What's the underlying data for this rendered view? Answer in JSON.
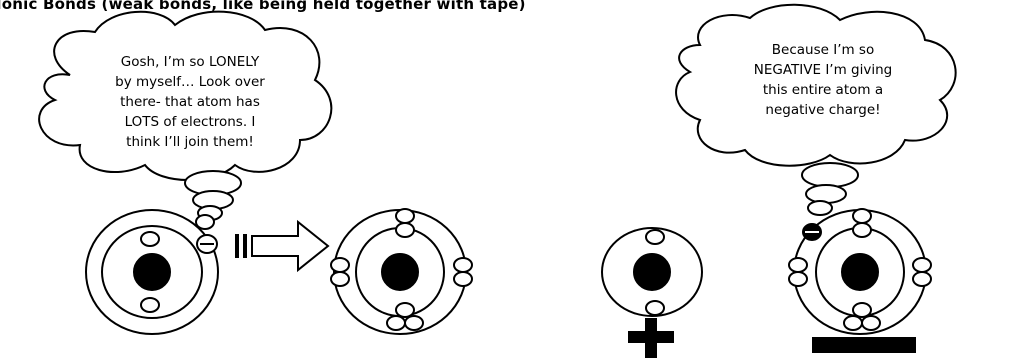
{
  "title": "Ionic Bonds (weak bonds, like being held together with tape)",
  "thought_left": {
    "lines": [
      "Gosh, I’m so LONELY",
      "by myself… Look over",
      "there- that atom has",
      "LOTS of electrons. I",
      "think I’ll join them!"
    ]
  },
  "thought_right": {
    "lines": [
      "Because I’m so",
      "NEGATIVE I’m giving",
      "this entire atom a",
      "negative charge!"
    ]
  },
  "charges": {
    "positive": "+",
    "negative": "−"
  },
  "colors": {
    "stroke": "#000000",
    "fill": "#ffffff",
    "nucleus": "#000000"
  }
}
